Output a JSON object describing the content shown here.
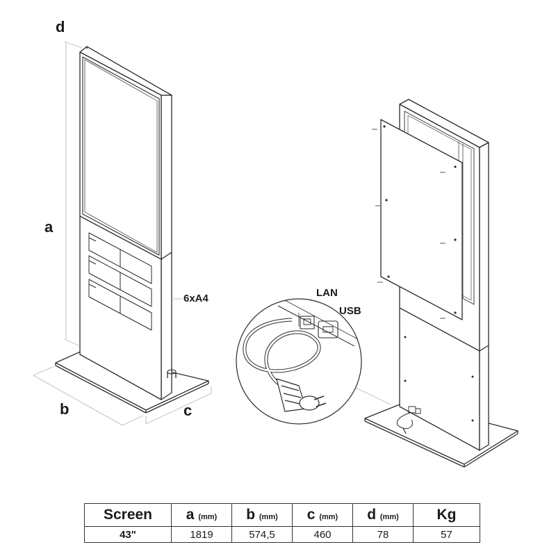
{
  "dimension_labels": {
    "a": "a",
    "b": "b",
    "c": "c",
    "d": "d"
  },
  "callouts": {
    "brochure": "6xA4",
    "lan": "LAN",
    "usb": "USB"
  },
  "table": {
    "headers": [
      {
        "main": "Screen",
        "unit": ""
      },
      {
        "main": "a",
        "unit": "(mm)"
      },
      {
        "main": "b",
        "unit": "(mm)"
      },
      {
        "main": "c",
        "unit": "(mm)"
      },
      {
        "main": "d",
        "unit": "(mm)"
      },
      {
        "main": "Kg",
        "unit": ""
      }
    ],
    "row": [
      "43\"",
      "1819",
      "574,5",
      "460",
      "78",
      "57"
    ]
  }
}
